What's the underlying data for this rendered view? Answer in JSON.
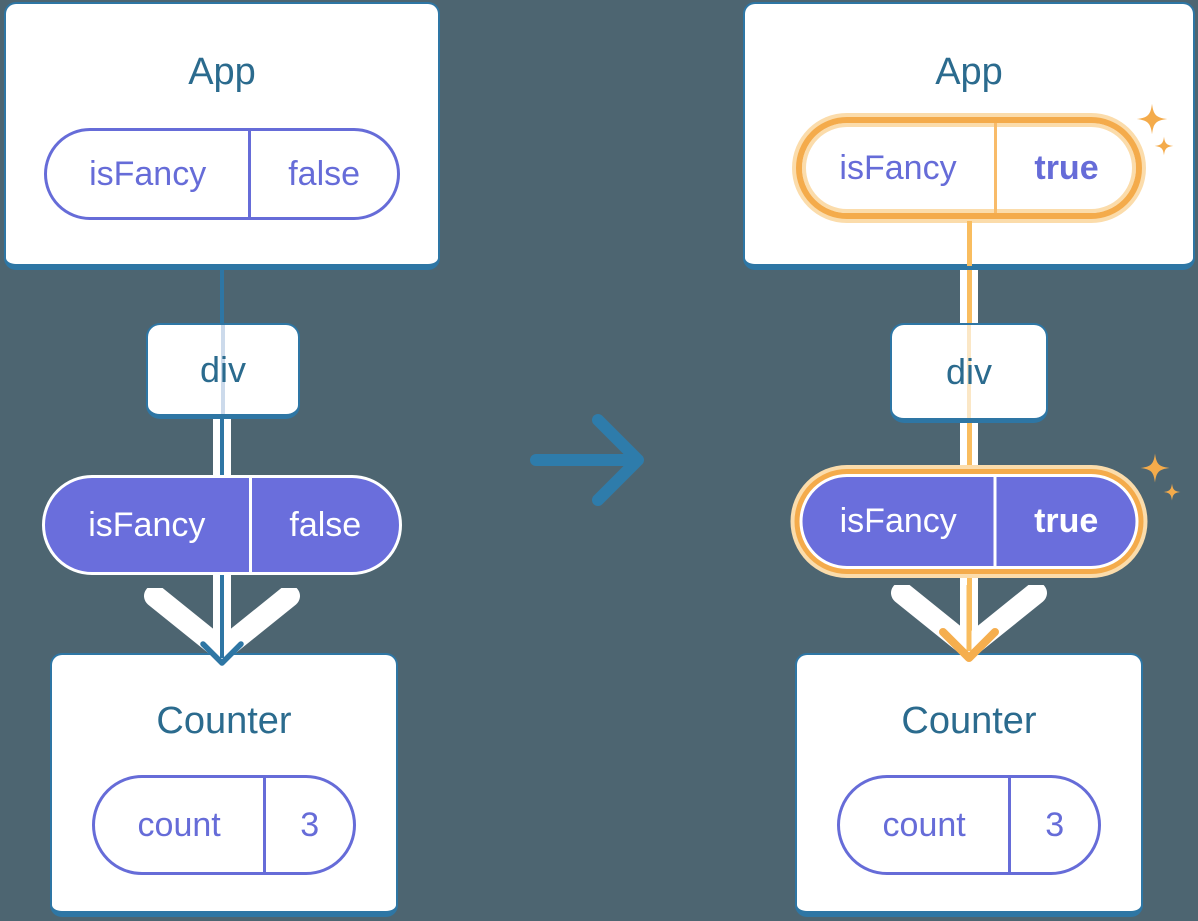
{
  "diagram_title": "Passing isFancy prop down from App through div to Counter (before and after state change)",
  "colors": {
    "background": "#4d6571",
    "card_fill": "#ffffff",
    "card_border_blue": "#2e76a4",
    "title_text": "#2b6b8e",
    "purple_accent": "#666cd8",
    "purple_fill": "#6a6edc",
    "flow_line_blue": "#2e76a4",
    "transform_arrow_blue": "#2e7cab",
    "highlight_orange": "#f4ab4b",
    "highlight_orange_glow": "#fbdcab",
    "flow_line_orange": "#f9bd5f",
    "faint_line_blue": "#ccdaeb",
    "faint_line_orange": "#fbe7c6",
    "white": "#ffffff"
  },
  "icons": {
    "sparkle": "✦",
    "transform_arrow": "→",
    "flow_down_arrow": "↓"
  },
  "before": {
    "app": {
      "title": "App",
      "prop_pill": {
        "key": "isFancy",
        "value": "false"
      }
    },
    "div_node": {
      "label": "div"
    },
    "passed_pill": {
      "key": "isFancy",
      "value": "false"
    },
    "counter": {
      "title": "Counter",
      "state_pill": {
        "key": "count",
        "value": "3"
      }
    }
  },
  "after": {
    "app": {
      "title": "App",
      "prop_pill": {
        "key": "isFancy",
        "value": "true"
      }
    },
    "div_node": {
      "label": "div"
    },
    "passed_pill": {
      "key": "isFancy",
      "value": "true"
    },
    "counter": {
      "title": "Counter",
      "state_pill": {
        "key": "count",
        "value": "3"
      }
    }
  }
}
